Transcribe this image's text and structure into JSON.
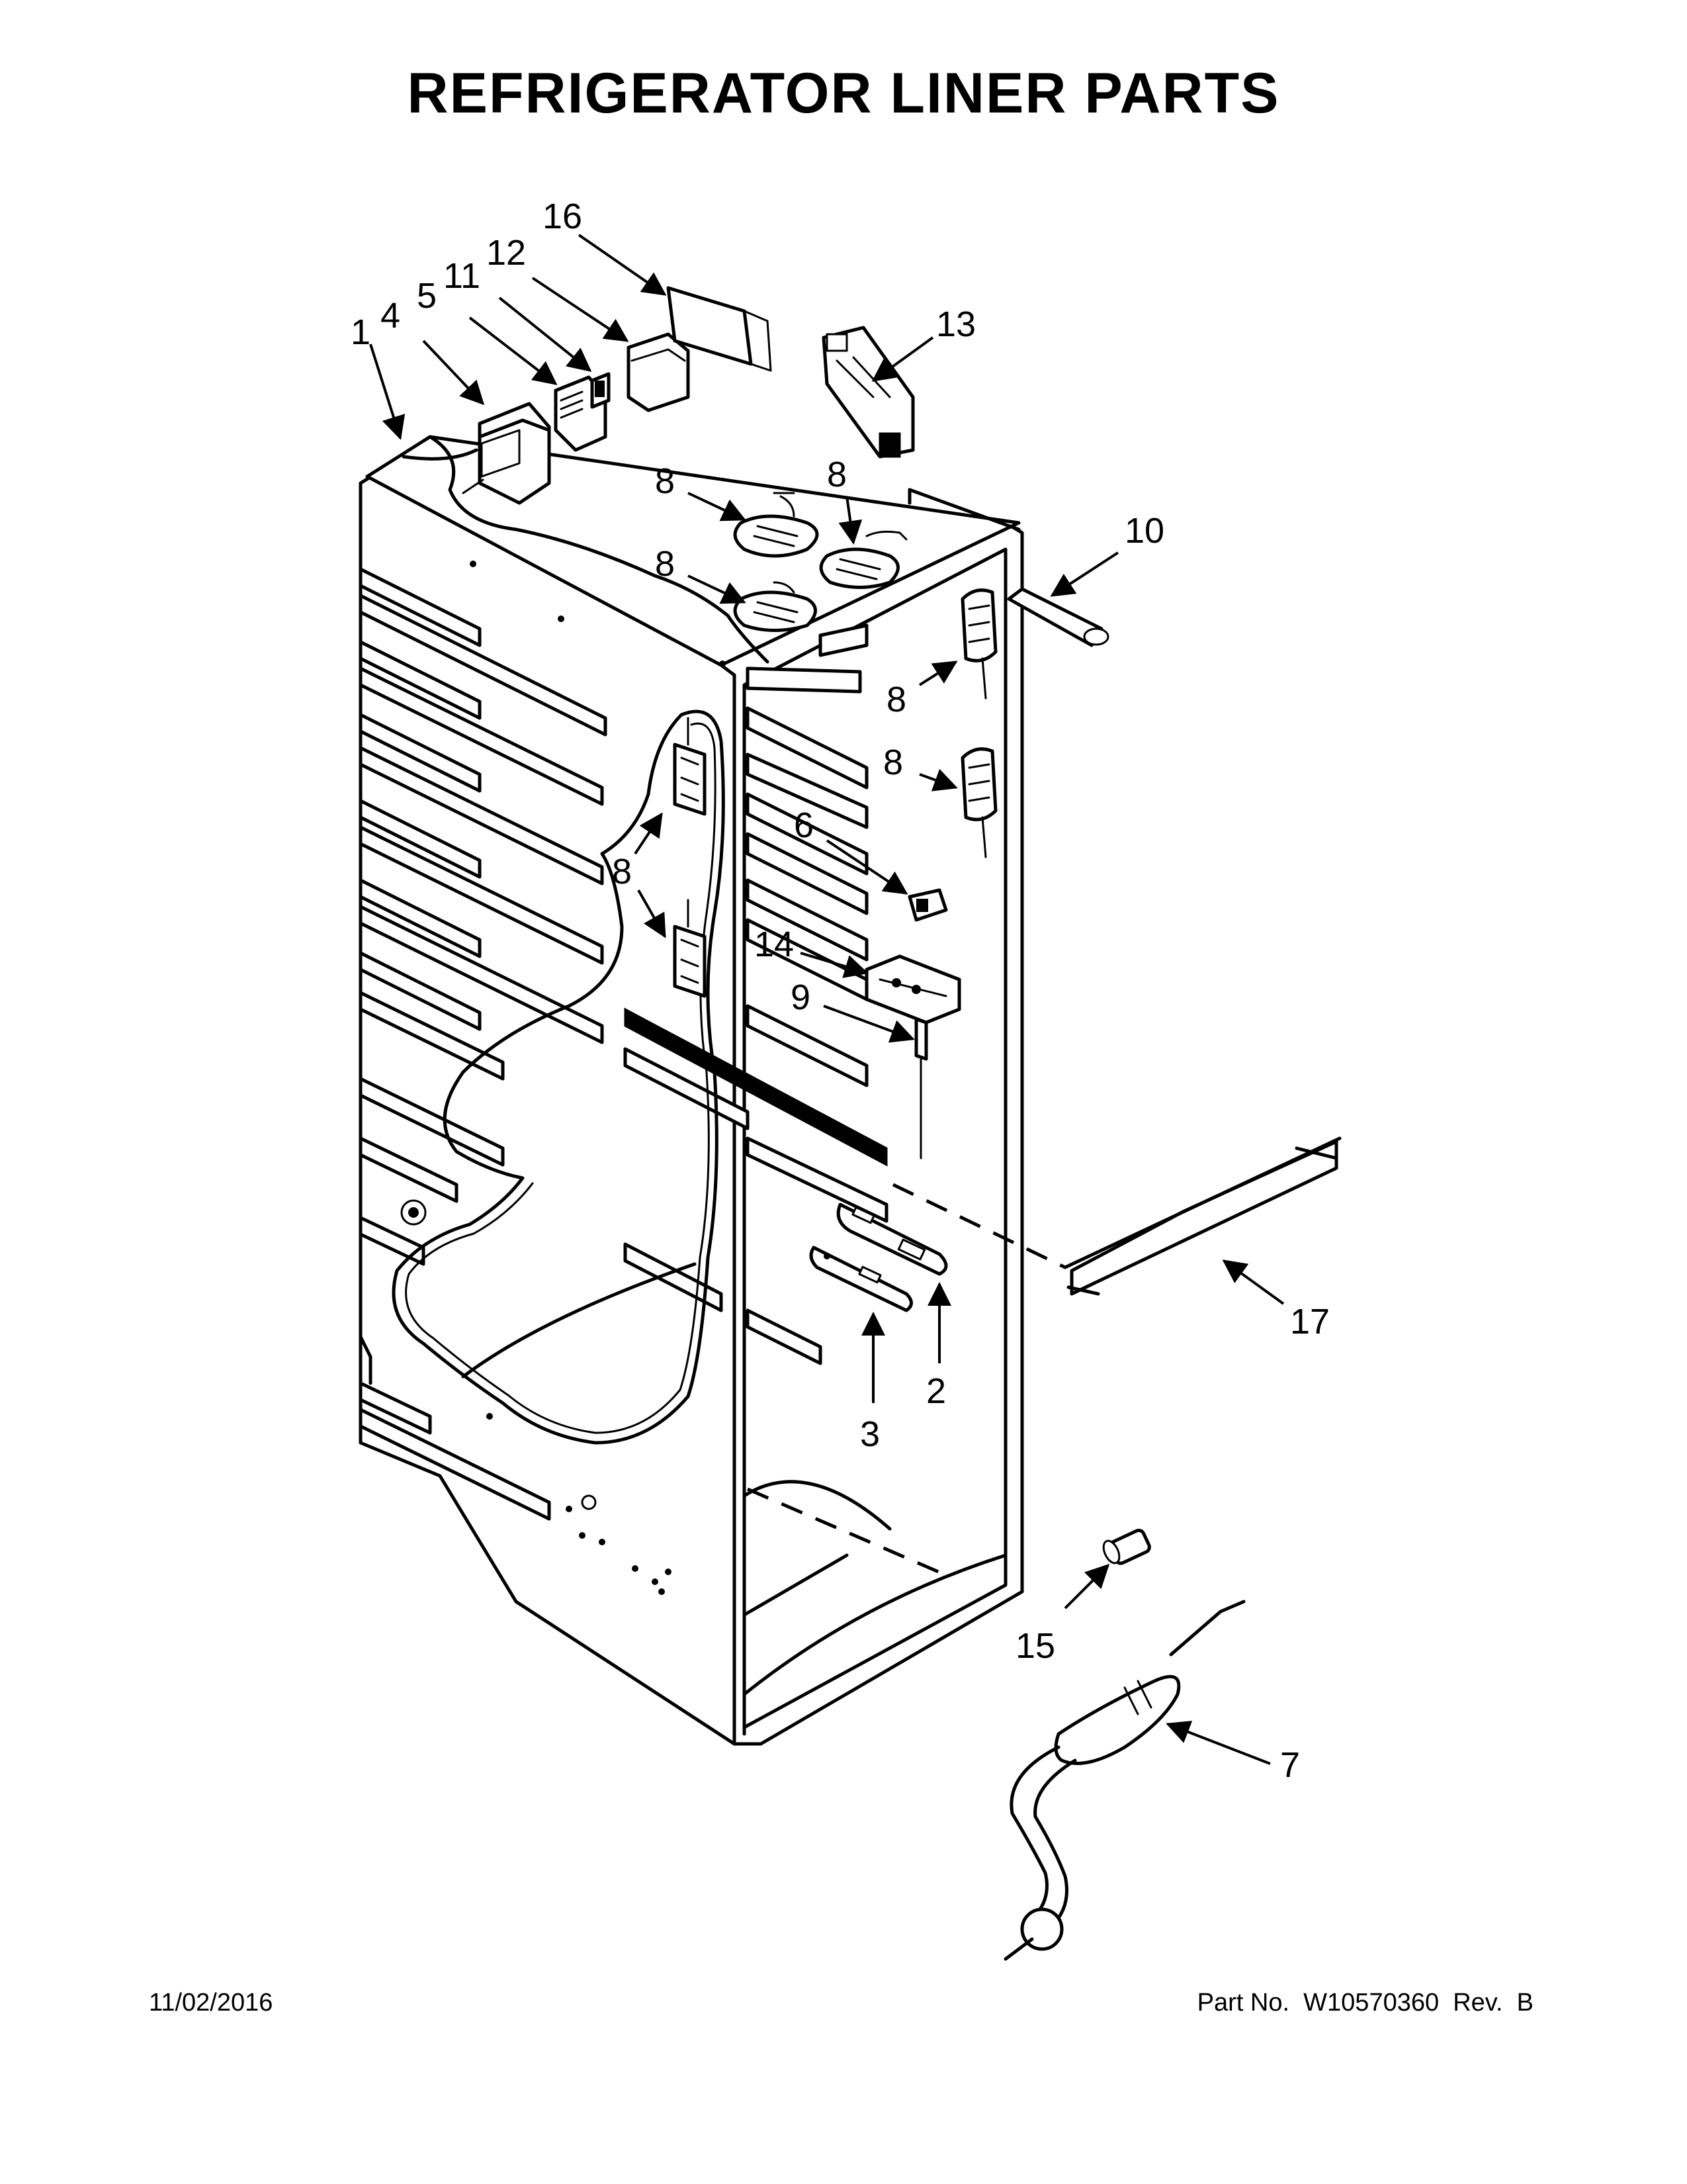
{
  "title": "REFRIGERATOR LINER PARTS",
  "footer": {
    "date": "11/02/2016",
    "part_number": "Part No.  W10570360  Rev.  B"
  },
  "callouts": {
    "c1": "1",
    "c2": "2",
    "c3": "3",
    "c4": "4",
    "c5": "5",
    "c6": "6",
    "c7": "7",
    "c8a": "8",
    "c8b": "8",
    "c8c": "8",
    "c8d": "8",
    "c8e": "8",
    "c8f": "8",
    "c9": "9",
    "c10": "10",
    "c11": "11",
    "c12": "12",
    "c13": "13",
    "c14": "14",
    "c15": "15",
    "c16": "16",
    "c17": "17"
  }
}
